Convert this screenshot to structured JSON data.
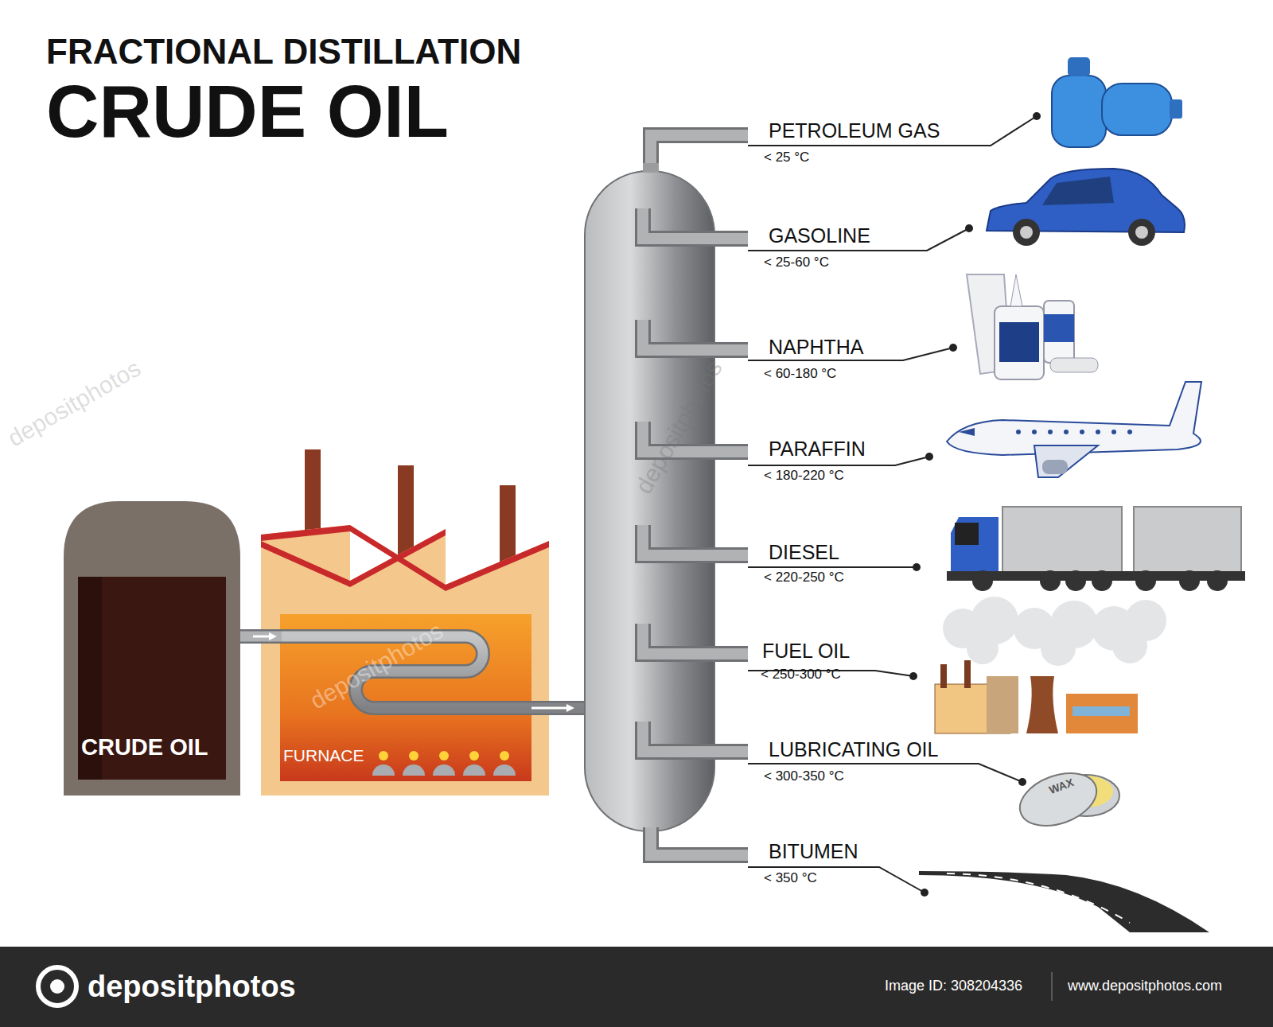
{
  "diagram": {
    "title": "FRACTIONAL DISTILLATION",
    "nodes": [
      {
        "text": [
          "CRUDE OIL"
        ]
      },
      {
        "text": [
          "FURNACE"
        ]
      }
    ],
    "edges": [
      {
        "from": 0,
        "to": 1,
        "arrow": "to"
      }
    ],
    "labels": [
      "CRUDE OIL",
      "PETROLEUM GAS",
      "< 25 °C",
      "GASOLINE",
      "< 25-60 °C",
      "NAPHTHA",
      "< 60-180 °C",
      "PARAFFIN",
      "< 180-220 °C",
      "DIESEL",
      "< 220-250 °C",
      "FUEL OIL",
      "< 250-300 °C",
      "LUBRICATING OIL",
      "< 300-350 °C",
      "BITUMEN",
      "< 350 °C",
      "WAX",
      "depositphotos",
      "depositphotos",
      "depositphotos",
      "depositphotos",
      "Image ID: 308204336",
      "www.depositphotos.com"
    ]
  }
}
